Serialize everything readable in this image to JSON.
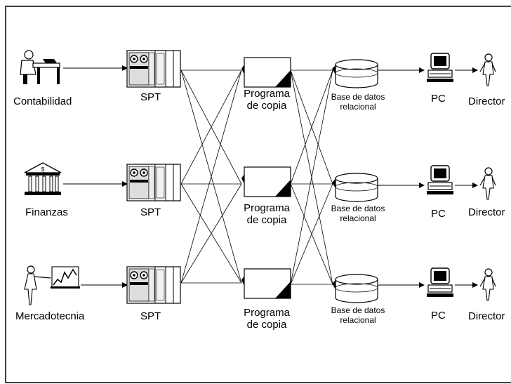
{
  "departments": [
    {
      "label": "Contabilidad",
      "icon": "accountant-icon"
    },
    {
      "label": "Finanzas",
      "icon": "bank-icon"
    },
    {
      "label": "Mercadotecnia",
      "icon": "presenter-icon"
    }
  ],
  "spt_label": "SPT",
  "program": {
    "line1": "Programa",
    "line2": "de copia"
  },
  "database": {
    "line1": "Base de datos",
    "line2": "relacional"
  },
  "pc_label": "PC",
  "director_label": "Director"
}
